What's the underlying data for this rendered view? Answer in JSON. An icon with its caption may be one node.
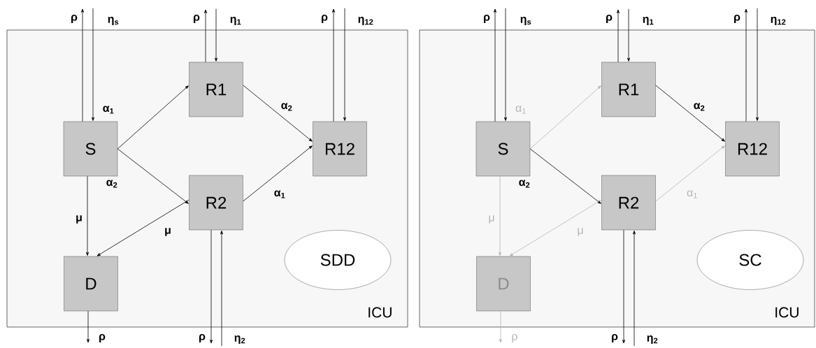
{
  "diagram": {
    "nodes": [
      {
        "text": [
          "ICU"
        ]
      },
      {
        "text": [
          "S"
        ],
        "in": 0
      },
      {
        "text": [
          "R1"
        ],
        "in": 0
      },
      {
        "text": [
          "R12"
        ],
        "in": 0
      },
      {
        "text": [
          "R2"
        ],
        "in": 0
      },
      {
        "text": [
          "D"
        ],
        "in": 0
      },
      {
        "text": [
          "SDD"
        ],
        "in": 0
      },
      {
        "text": [
          "ICU"
        ]
      },
      {
        "text": [
          "S"
        ],
        "in": 7
      },
      {
        "text": [
          "R1"
        ],
        "in": 7
      },
      {
        "text": [
          "R12"
        ],
        "in": 7
      },
      {
        "text": [
          "R2"
        ],
        "in": 7
      },
      {
        "text": [
          "D"
        ],
        "in": 7
      },
      {
        "text": [
          "SC"
        ],
        "in": 7
      }
    ],
    "edges": [
      {
        "from": 1,
        "to": 2,
        "arrow": "to",
        "label": "α$_{1}$"
      },
      {
        "from": 1,
        "to": 4,
        "arrow": "to",
        "label": "α$_{2}$"
      },
      {
        "from": 2,
        "to": 3,
        "arrow": "to",
        "label": "α$_{2}$"
      },
      {
        "from": 4,
        "to": 3,
        "arrow": "to",
        "label": "α$_{1}$"
      },
      {
        "from": 1,
        "to": 5,
        "arrow": "to",
        "label": "μ"
      },
      {
        "from": 4,
        "to": 5,
        "arrow": "to",
        "label": "μ"
      },
      {
        "from": 1,
        "to": null,
        "arrow": "to",
        "label": "ρ"
      },
      {
        "from": null,
        "to": 1,
        "arrow": "to",
        "label": "η$_{s}$"
      },
      {
        "from": 2,
        "to": null,
        "arrow": "to",
        "label": "ρ"
      },
      {
        "from": null,
        "to": 2,
        "arrow": "to",
        "label": "η$_{1}$"
      },
      {
        "from": 3,
        "to": null,
        "arrow": "to",
        "label": "ρ"
      },
      {
        "from": null,
        "to": 3,
        "arrow": "to",
        "label": "η$_{12}$"
      },
      {
        "from": 4,
        "to": null,
        "arrow": "to",
        "label": "ρ"
      },
      {
        "from": null,
        "to": 4,
        "arrow": "to",
        "label": "η$_{2}$"
      },
      {
        "from": 5,
        "to": null,
        "arrow": "to",
        "label": "ρ"
      },
      {
        "from": 8,
        "to": 9,
        "arrow": "to",
        "label": "α$_{1}$",
        "color": "#b4b4b4"
      },
      {
        "from": 8,
        "to": 11,
        "arrow": "to",
        "label": "α$_{2}$"
      },
      {
        "from": 9,
        "to": 10,
        "arrow": "to",
        "label": "α$_{2}$"
      },
      {
        "from": 11,
        "to": 10,
        "arrow": "to",
        "label": "α$_{1}$",
        "color": "#b4b4b4"
      },
      {
        "from": 8,
        "to": 12,
        "arrow": "to",
        "label": "μ",
        "color": "#b4b4b4"
      },
      {
        "from": 11,
        "to": 12,
        "arrow": "to",
        "label": "μ",
        "color": "#b4b4b4"
      },
      {
        "from": 8,
        "to": null,
        "arrow": "to",
        "label": "ρ"
      },
      {
        "from": null,
        "to": 8,
        "arrow": "to",
        "label": "η$_{s}$"
      },
      {
        "from": 9,
        "to": null,
        "arrow": "to",
        "label": "ρ"
      },
      {
        "from": null,
        "to": 9,
        "arrow": "to",
        "label": "η$_{1}$"
      },
      {
        "from": 10,
        "to": null,
        "arrow": "to",
        "label": "ρ"
      },
      {
        "from": null,
        "to": 10,
        "arrow": "to",
        "label": "η$_{12}$"
      },
      {
        "from": 11,
        "to": null,
        "arrow": "to",
        "label": "ρ"
      },
      {
        "from": null,
        "to": 11,
        "arrow": "to",
        "label": "η$_{2}$"
      },
      {
        "from": 12,
        "to": null,
        "arrow": "to",
        "label": "ρ",
        "color": "#b4b4b4"
      }
    ]
  }
}
